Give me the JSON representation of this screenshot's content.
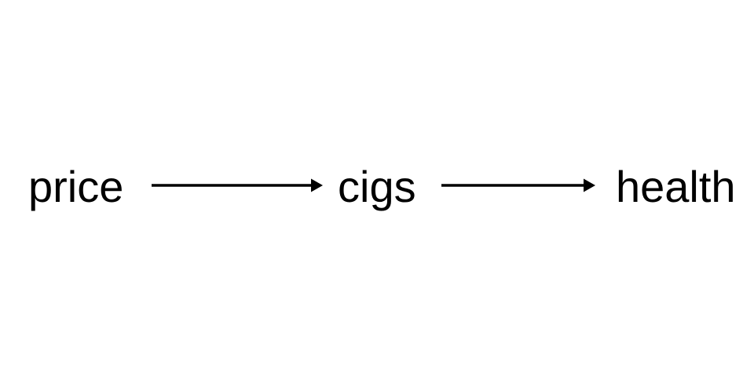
{
  "nodes": [
    {
      "id": "price",
      "label": "price"
    },
    {
      "id": "cigs",
      "label": "cigs"
    },
    {
      "id": "health",
      "label": "health"
    }
  ],
  "edges": [
    {
      "from": "price",
      "to": "cigs"
    },
    {
      "from": "cigs",
      "to": "health"
    }
  ],
  "colors": {
    "background": "#ffffff",
    "ink": "#000000"
  }
}
